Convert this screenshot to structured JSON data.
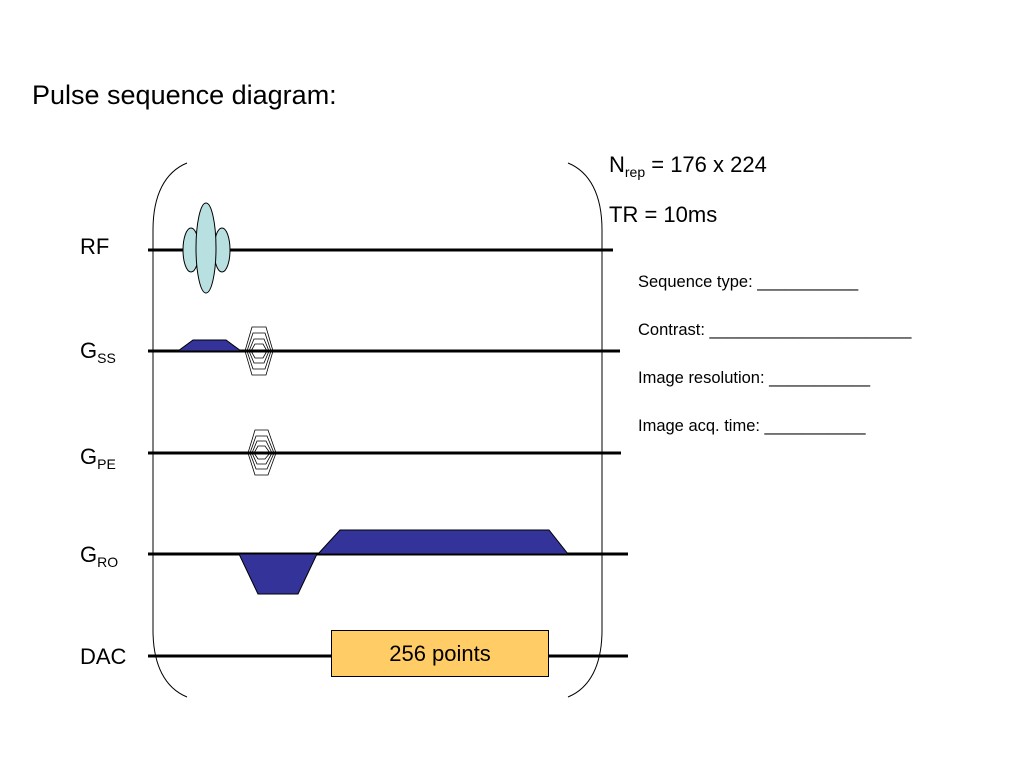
{
  "title": "Pulse sequence diagram:",
  "labels": {
    "rf": "RF",
    "gss_main": "G",
    "gss_sub": "SS",
    "gpe_main": "G",
    "gpe_sub": "PE",
    "gro_main": "G",
    "gro_sub": "RO",
    "dac": "DAC"
  },
  "dac_box": "256 points",
  "params": {
    "nrep_main": "N",
    "nrep_sub": "rep",
    "nrep_value": " = 176 x 224",
    "tr": "TR = 10ms"
  },
  "questions": {
    "sequence_type": "Sequence type:  ___________",
    "contrast": "Contrast: ______________________",
    "image_resolution": "Image resolution: ___________",
    "image_acq_time": "Image acq. time: ___________"
  },
  "colors": {
    "rf_pulse": "#b9e0e0",
    "gradient_fill": "#333399",
    "dac_box": "#ffcc66"
  }
}
